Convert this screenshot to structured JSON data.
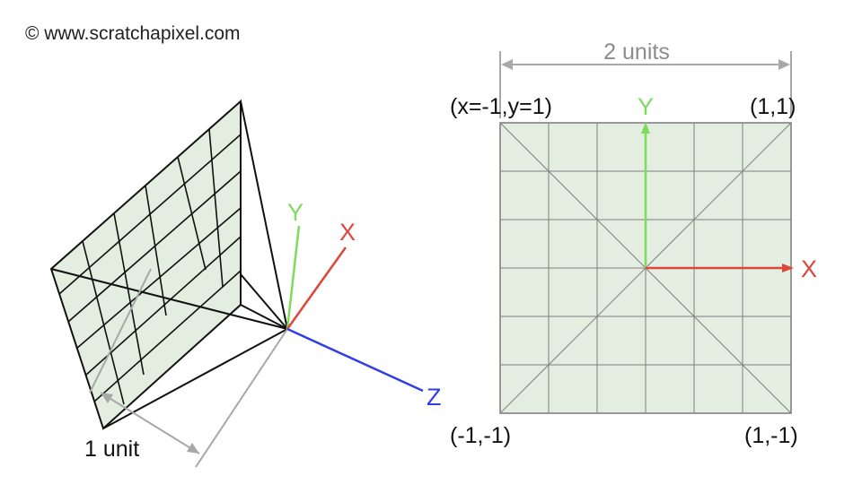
{
  "copyright": "© www.scratchapixel.com",
  "left_view": {
    "unit_label": "1 unit",
    "axis_labels": {
      "x": "X",
      "y": "Y",
      "z": "Z"
    }
  },
  "right_view": {
    "width_label": "2 units",
    "corner_labels": {
      "top_left": "(x=-1,y=1)",
      "top_right": "(1,1)",
      "bottom_left": "(-1,-1)",
      "bottom_right": "(1,-1)"
    },
    "axis_labels": {
      "x": "X",
      "y": "Y"
    },
    "grid_divisions": 6
  },
  "colors": {
    "x_axis": "#e0453a",
    "y_axis": "#7ddc5c",
    "z_axis": "#2f3ee8",
    "plane_fill": "#e3ede0",
    "grid_line": "#808080",
    "dimension_line": "#a8a8a8"
  }
}
